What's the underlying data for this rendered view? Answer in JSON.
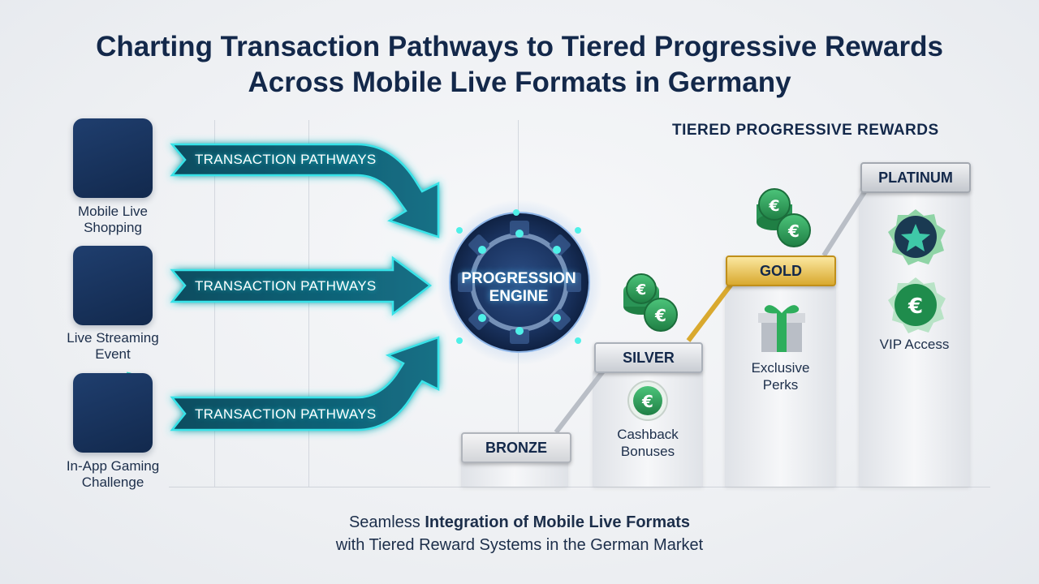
{
  "title": {
    "line1": "Charting Transaction Pathways to Tiered Progressive Rewards",
    "line2": "Across Mobile Live Formats in Germany"
  },
  "sources": [
    {
      "label_l1": "Mobile Live",
      "label_l2": "Shopping",
      "icon": "smartphone-shopping-icon"
    },
    {
      "label_l1": "Live Streaming",
      "label_l2": "Event",
      "icon": "video-camera-broadcast-icon"
    },
    {
      "label_l1": "In-App Gaming",
      "label_l2": "Challenge",
      "icon": "gamepad-icon"
    }
  ],
  "pathway_label": "TRANSACTION PATHWAYS",
  "engine": {
    "line1": "PROGRESSION",
    "line2": "ENGINE",
    "icon": "gear-icon"
  },
  "rewards": {
    "section_title": "TIERED PROGRESSIVE REWARDS",
    "tiers": [
      {
        "name": "BRONZE"
      },
      {
        "name": "SILVER",
        "reward_l1": "Cashback",
        "reward_l2": "Bonuses",
        "icon": "euro-coin-icon"
      },
      {
        "name": "GOLD",
        "reward_l1": "Exclusive",
        "reward_l2": "Perks",
        "icon": "gift-box-icon"
      },
      {
        "name": "PLATINUM",
        "reward_l1": "VIP Access",
        "icon": "star-badge-icon"
      }
    ]
  },
  "footer": {
    "line1_normal": "Seamless ",
    "line1_bold": "Integration of Mobile Live Formats",
    "line2": "with Tiered Reward Systems in the German Market"
  },
  "colors": {
    "navy": "#13284a",
    "teal_arrow": "#0f5a6e",
    "glow": "#2fe6e8",
    "gold": "#d9a92f",
    "silver": "#c9cdd3",
    "coin_green": "#2e9d5a"
  }
}
